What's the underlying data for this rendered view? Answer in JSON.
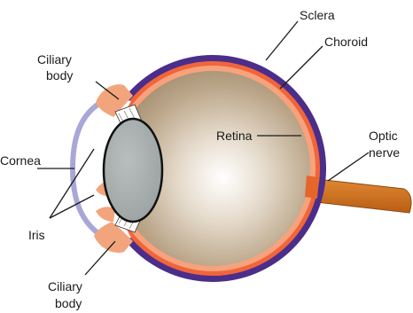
{
  "labels": {
    "sclera": "Sclera",
    "choroid": "Choroid",
    "ciliary_body_top_line1": "Ciliary",
    "ciliary_body_top_line2": "body",
    "retina": "Retina",
    "optic_nerve_line1": "Optic",
    "optic_nerve_line2": "nerve",
    "cornea": "Cornea",
    "iris": "Iris",
    "ciliary_body_bottom_line1": "Ciliary",
    "ciliary_body_bottom_line2": "body"
  },
  "colors": {
    "sclera": "#4b2d8a",
    "choroid": "#f0653a",
    "retina_band": "#f7a27c",
    "vitreous_center": "#ffffff",
    "vitreous_edge": "#a38b6c",
    "lens": "#a9b0b0",
    "cornea": "#a8a7d6",
    "iris": "#f2a57c",
    "optic_nerve": "#d8731f",
    "leader_line": "#1a1a1a"
  }
}
